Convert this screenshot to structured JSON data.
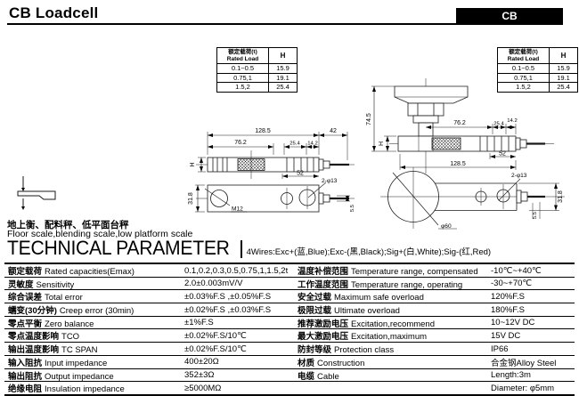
{
  "header": {
    "title": "CB Loadcell",
    "badge": "CB"
  },
  "rated_load_table": {
    "header_cn": "额定载荷(t)",
    "header_en": "Rated Load",
    "header_h": "H",
    "rows": [
      {
        "load": "0.1~0.5",
        "h": "15.9"
      },
      {
        "load": "0.75,1",
        "h": "19.1"
      },
      {
        "load": "1.5,2",
        "h": "25.4"
      }
    ]
  },
  "application": {
    "cn": "地上衡、配料秤、低平面台秤",
    "en": "Floor scale,blending scale,low platform scale"
  },
  "section": {
    "title": "TECHNICAL PARAMETER",
    "wiring_note": "4Wires:Exc+(蓝,Blue);Exc-(黑,Black);Sig+(白,White);Sig-(红,Red)"
  },
  "drawing_side": {
    "overall": "128.5",
    "cable_len": "42",
    "dim_center": "76.2",
    "dim_a": "25.4",
    "dim_b": "14.2",
    "height": "H",
    "dim_mid": "52",
    "holes": "2-φ13",
    "width": "31.8",
    "thread": "M12",
    "cable_dia": "5.5"
  },
  "drawing_mounted": {
    "mount_height": "74.5",
    "dim_center": "76.2",
    "dim_a": "25.4",
    "dim_b": "14.2",
    "height": "H",
    "dim_mid": "52",
    "overall": "128.5",
    "holes": "2-φ13",
    "width": "31.8",
    "cable_dia": "5.5",
    "foot_dia": "φ60"
  },
  "params": {
    "left": [
      {
        "cn": "额定载荷",
        "en": "Rated capacities(Emax)",
        "val": "0.1,0.2,0.3,0.5,0.75,1,1.5,2t"
      },
      {
        "cn": "灵敏度",
        "en": "Sensitivity",
        "val": "2.0±0.003mV/V"
      },
      {
        "cn": "综合误差",
        "en": "Total error",
        "val": "±0.03%F.S ,±0.05%F.S"
      },
      {
        "cn": "蠕变(30分钟)",
        "en": "Creep error (30min)",
        "val": "±0.02%F.S ,±0.03%F.S"
      },
      {
        "cn": "零点平衡",
        "en": "Zero balance",
        "val": "±1%F.S"
      },
      {
        "cn": "零点温度影响",
        "en": "TCO",
        "val": "±0.02%F.S/10℃"
      },
      {
        "cn": "输出温度影响",
        "en": "TC SPAN",
        "val": "±0.02%F.S/10℃"
      },
      {
        "cn": "输入阻抗",
        "en": "Input  impedance",
        "val": "400±20Ω"
      },
      {
        "cn": "输出阻抗",
        "en": "Output  impedance",
        "val": "352±3Ω"
      },
      {
        "cn": "绝缘电阻",
        "en": "Insulation impedance",
        "val": "≥5000MΩ"
      }
    ],
    "right": [
      {
        "cn": "温度补偿范围",
        "en": "Temperature range, compensated",
        "val": "-10℃~+40℃"
      },
      {
        "cn": "工作温度范围",
        "en": "Temperature range, operating",
        "val": "-30~+70℃"
      },
      {
        "cn": "安全过载",
        "en": "Maximum safe overload",
        "val": "120%F.S"
      },
      {
        "cn": "极限过载",
        "en": "Ultimate overload",
        "val": "180%F.S"
      },
      {
        "cn": "推荐激励电压",
        "en": "Excitation,recommend",
        "val": "10~12V DC"
      },
      {
        "cn": "最大激励电压",
        "en": "Excitation,maximum",
        "val": "15V DC"
      },
      {
        "cn": "防封等级",
        "en": "Protection class",
        "val": "IP66"
      },
      {
        "cn": "材质",
        "en": "Construction",
        "val": "合金钢Alloy Steel"
      },
      {
        "cn": "电缆",
        "en": "Cable",
        "val": "Length:3m"
      },
      {
        "cn": "",
        "en": "",
        "val": "Diameter: φ5mm"
      }
    ]
  }
}
